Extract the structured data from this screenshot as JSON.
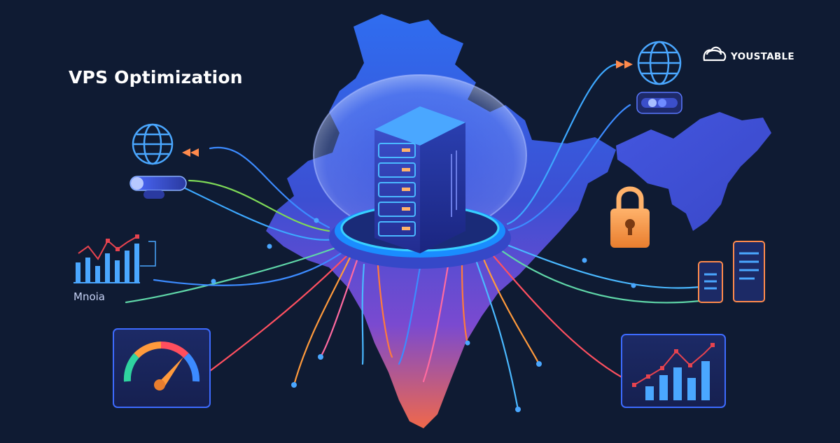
{
  "page": {
    "title": "VPS Optimization",
    "brand": "YOUSTABLE",
    "chart_label": "Mnoia"
  },
  "colors": {
    "background": "#0f1b33",
    "map": "#3f4fd6",
    "map_bottom": "#e8684f",
    "server": "#2c3fb2",
    "server_top": "#4aa7ff",
    "platform": "#1e90ff",
    "lock": "#f5a25a",
    "panel_border": "#3d6bff",
    "gauge_red": "#ff4e5e",
    "gauge_orange": "#ff9a3c",
    "gauge_green": "#2fd3a0",
    "gauge_blue": "#3c8bff",
    "bars": "#4aa7ff",
    "trend": "#e6434f"
  },
  "icons": {
    "globe_left": "globe-icon",
    "globe_right": "globe-icon",
    "toggle_left": "toggle-switch-icon",
    "toggle_right": "toggle-switch-icon",
    "lock": "padlock-icon",
    "server": "server-rack-icon",
    "gauge": "speedometer-icon",
    "devices": "server-device-icon",
    "brand_logo": "headset-cloud-icon"
  }
}
